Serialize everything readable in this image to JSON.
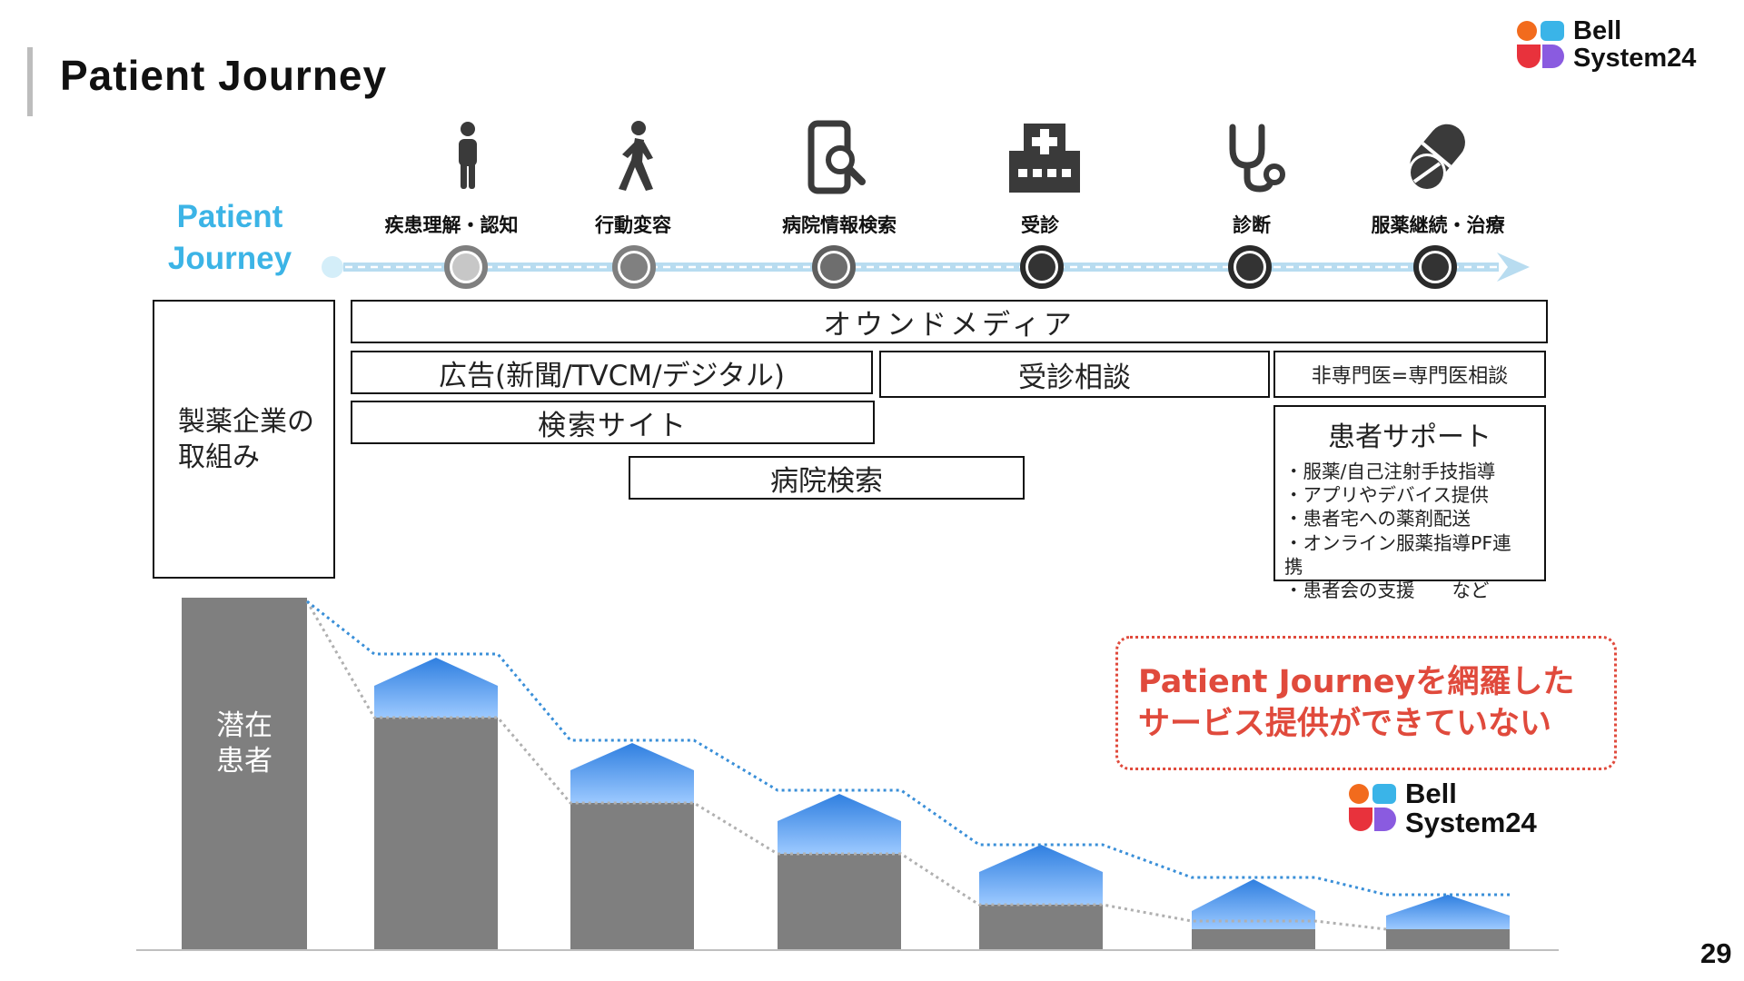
{
  "page": {
    "title": "Patient Journey",
    "page_number": "29",
    "colors": {
      "accent_blue": "#3cb4e6",
      "callout_red": "#e04a3c",
      "bar_gray": "#7f7f7f"
    }
  },
  "logo": {
    "name_line1": "Bell",
    "name_line2": "System24",
    "colors": [
      "#f26b1d",
      "#3ab4e8",
      "#e8323c",
      "#8a5be0"
    ]
  },
  "journey": {
    "label_line1": "Patient",
    "label_line2": "Journey",
    "stages": [
      {
        "label": "疾患理解・認知",
        "icon": "person-icon"
      },
      {
        "label": "行動変容",
        "icon": "walking-person-icon"
      },
      {
        "label": "病院情報検索",
        "icon": "phone-search-icon"
      },
      {
        "label": "受診",
        "icon": "hospital-icon"
      },
      {
        "label": "診断",
        "icon": "stethoscope-icon"
      },
      {
        "label": "服薬継続・治療",
        "icon": "pills-icon"
      }
    ]
  },
  "initiatives": {
    "pharma_label_line1": "製薬企業の",
    "pharma_label_line2": "取組み",
    "owned_media": "オウンドメディア",
    "advertising": "広告(新聞/TVCM/デジタル)",
    "consultation": "受診相談",
    "specialist": "非専門医=専門医相談",
    "search_site": "検索サイト",
    "hospital_search": "病院検索",
    "patient_support": {
      "title": "患者サポート",
      "items": [
        "・服薬/自己注射手技指導",
        "・アプリやデバイス提供",
        "・患者宅への薬剤配送",
        "・オンライン服薬指導PF連",
        "携",
        "・患者会の支援　　など"
      ]
    }
  },
  "funnel": {
    "latent_label_line1": "潜在",
    "latent_label_line2": "患者"
  },
  "callout": {
    "line1": "Patient Journeyを網羅した",
    "line2": "サービス提供ができていない"
  }
}
